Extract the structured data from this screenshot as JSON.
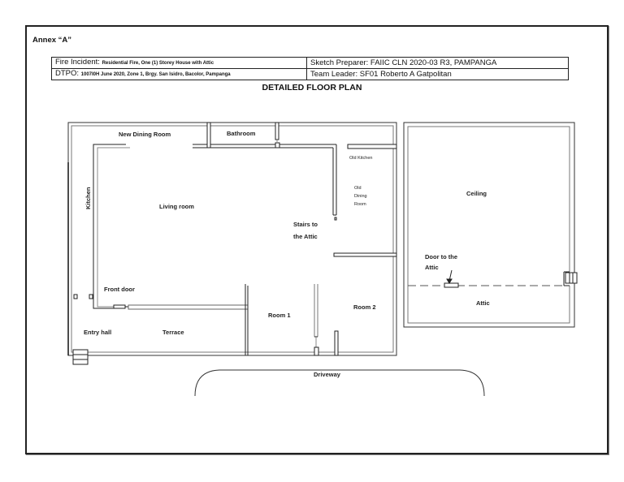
{
  "document": {
    "annex_label": "Annex “A”",
    "header": {
      "fire_incident_label": "Fire Incident: ",
      "fire_incident_value": "Residential Fire, One (1) Storey House with Attic",
      "dtpo_label": "DTPO: ",
      "dtpo_value": "1007I0H June 2020, Zone 1, Brgy. San Isidro, Bacolor, Pampanga",
      "sketch_preparer": "Sketch Preparer: FAIIC CLN 2020-03 R3, PAMPANGA",
      "team_leader": "Team Leader: SF01 Roberto A Gatpolitan"
    },
    "title": "DETAILED FLOOR PLAN"
  },
  "floor_plan": {
    "rooms": {
      "new_dining_room": "New Dining Room",
      "bathroom": "Bathroom",
      "old_kitchen": "Old Kitchen",
      "old_dining_room_1": "Old",
      "old_dining_room_2": "Dining",
      "old_dining_room_3": "Room",
      "kitchen": "Kitchen",
      "living_room": "Living room",
      "stairs_1": "Stairs to",
      "stairs_2": "the Attic",
      "front_door": "Front door",
      "entry_hall": "Entry hall",
      "terrace": "Terrace",
      "room1": "Room 1",
      "room2": "Room 2",
      "driveway": "Driveway"
    },
    "attic_plan": {
      "ceiling": "Ceiling",
      "door_to_attic_1": "Door to the",
      "door_to_attic_2": "Attic",
      "attic": "Attic"
    },
    "colors": {
      "wall": "#222222",
      "wall_light": "#777777",
      "background": "#ffffff"
    }
  }
}
